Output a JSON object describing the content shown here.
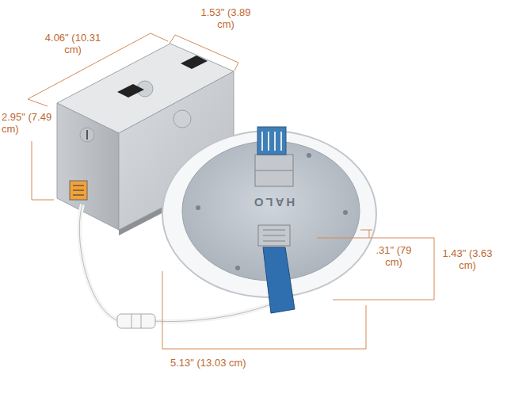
{
  "diagram": {
    "labels": [
      "4.06\" (10.31 cm)",
      "1.53\" (3.89 cm)",
      "2.95\" (7.49 cm)",
      ".31\" (79 cm)",
      "1.43\" (3.63 cm)",
      "5.13\" (13.03 cm)",
      "HALO"
    ]
  }
}
